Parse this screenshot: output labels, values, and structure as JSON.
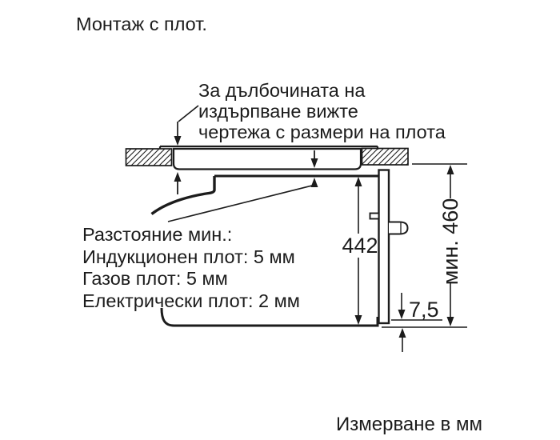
{
  "title": "Монтаж с плот.",
  "notes": {
    "pullout": {
      "lines": [
        "За дълбочината на",
        "издърпване вижте",
        "чертежа с размери на плота"
      ]
    },
    "clearance": {
      "lines": [
        "Разстояние мин.:",
        "Индукционен плот: 5 мм",
        "Газов плот: 5 мм",
        "Електрически плот: 2 мм"
      ]
    },
    "units": "Измерване в мм"
  },
  "dimensions": {
    "oven_height": "442",
    "niche_min_height": "мин. 460",
    "bottom_gap": "7,5"
  },
  "colors": {
    "line": "#1c1c1c",
    "background": "#ffffff"
  }
}
